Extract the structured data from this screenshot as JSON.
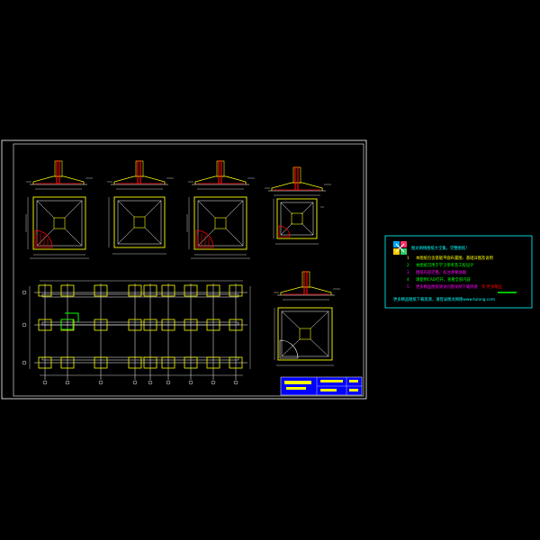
{
  "drawing": {
    "background": "#000000",
    "frame_color": "#ffffff",
    "line_color": "#ffffff",
    "structure_color": "#ffff00",
    "rebar_color": "#ff0000",
    "dimension_color": "#00ff00",
    "notes_color": "#00ffff"
  },
  "notes": {
    "logo": "tulong-logo",
    "title": "图龙网络图纸大全集，完整图纸！",
    "items": [
      {
        "num": "1",
        "text": "本图纸包含基础平面布置图、基础详图及说明",
        "color": "#ffff00"
      },
      {
        "num": "2",
        "text": "本图纸可用于学习参考及工程设计",
        "color": "#00ff00"
      },
      {
        "num": "3",
        "text": "图纸内容完整，标注清晰准确",
        "color": "#ff00ff"
      },
      {
        "num": "4",
        "text": "请使用CAD打开，查看全部内容",
        "color": "#00ff00"
      },
      {
        "num": "5",
        "text": "更多精品图纸请访问图龙网下载频道",
        "color": "#ff00ff"
      }
    ],
    "item5_tag": "等 更多精品",
    "footer": "更多精品图纸下载资源，请登录图龙网络www.tulong.com"
  },
  "title_block": {
    "color": "#0000ff",
    "text_color": "#ffff00"
  }
}
